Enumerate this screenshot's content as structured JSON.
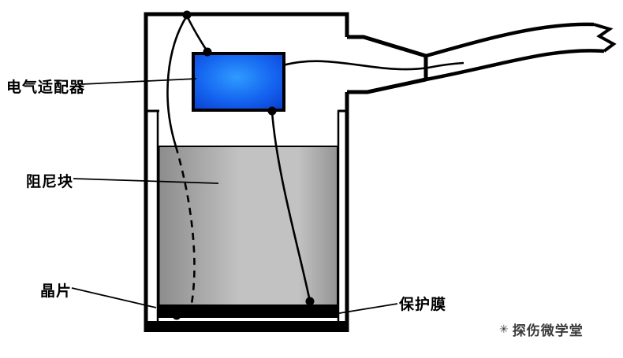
{
  "diagram": {
    "type": "ultrasonic-probe-structure-diagram",
    "labels": {
      "adapter": "电气适配器",
      "damping_block": "阻尼块",
      "crystal": "晶片",
      "protective_film": "保护膜"
    },
    "watermark": {
      "icon": "✳",
      "text": "探伤微学堂",
      "color": "#3b3b3b"
    },
    "colors": {
      "outline": "#000000",
      "background": "#ffffff",
      "adapter_center": "#2f9bff",
      "adapter_mid": "#1565f0",
      "adapter_edge": "#0a3ed0",
      "damping_edge": "#8c8c8c",
      "damping_mid": "#c2c2c2",
      "damping_edge2": "#949494"
    }
  }
}
